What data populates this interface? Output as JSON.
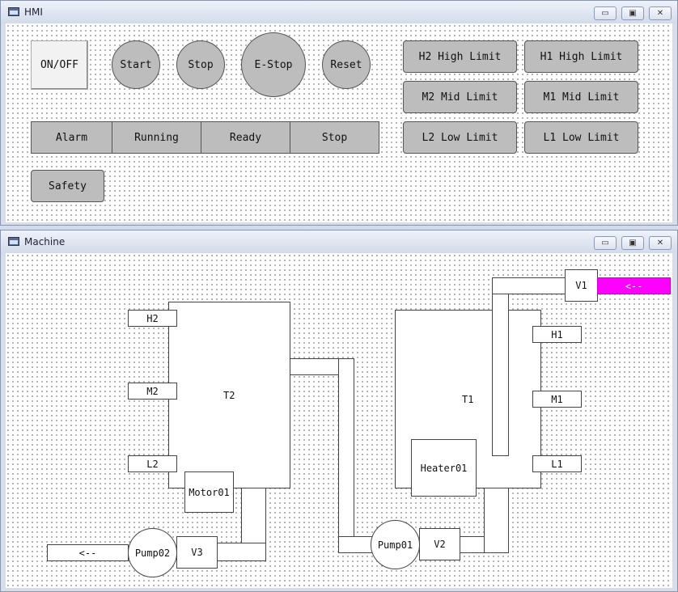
{
  "hmi": {
    "title": "HMI",
    "controls": {
      "onoff": "ON/OFF",
      "start": "Start",
      "stop": "Stop",
      "estop": "E-Stop",
      "reset": "Reset"
    },
    "status": {
      "alarm": "Alarm",
      "running": "Running",
      "ready": "Ready",
      "stop": "Stop"
    },
    "safety": "Safety",
    "limits": {
      "h2": "H2 High Limit",
      "h1": "H1 High Limit",
      "m2": "M2 Mid Limit",
      "m1": "M1 Mid Limit",
      "l2": "L2 Low Limit",
      "l1": "L1 Low Limit"
    }
  },
  "machine": {
    "title": "Machine",
    "t2": {
      "name": "T2",
      "h": "H2",
      "m": "M2",
      "l": "L2"
    },
    "t1": {
      "name": "T1",
      "h": "H1",
      "m": "M1",
      "l": "L1"
    },
    "motor": "Motor01",
    "heater": "Heater01",
    "pump01": "Pump01",
    "pump02": "Pump02",
    "v1": "V1",
    "v2": "V2",
    "v3": "V3",
    "inlet_arrow": "<--",
    "outlet_arrow": "<--",
    "inlet_color": "#ff00ff"
  },
  "window_buttons": {
    "minimize": "▭",
    "maximize": "▣",
    "close": "✕"
  }
}
